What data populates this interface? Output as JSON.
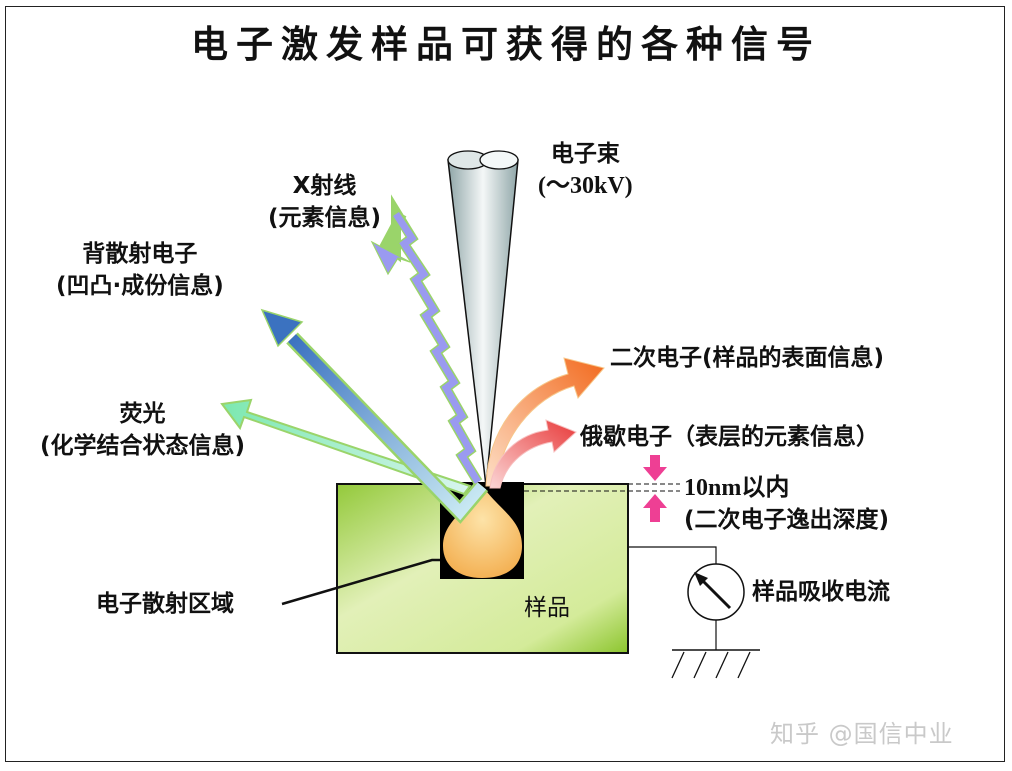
{
  "title": "电子激发样品可获得的各种信号",
  "beam": {
    "line1": "电子束",
    "line2": "(～30kV)"
  },
  "signals": {
    "xray": {
      "line1": "X射线",
      "line2": "(元素信息)",
      "color": "#9a9af0"
    },
    "backscatter": {
      "line1": "背散射电子",
      "line2": "(凹凸·成份信息)",
      "color": "#3d78c0"
    },
    "fluorescence": {
      "line1": "荧光",
      "line2": "(化学结合状态信息)",
      "color": "#7fe8b8"
    },
    "secondary": {
      "label": "二次电子(样品的表面信息)",
      "color": "#f07a30"
    },
    "auger": {
      "label": "俄歇电子（表层的元素信息）",
      "color": "#e84848"
    }
  },
  "depth": {
    "line1": "10nm以内",
    "line2": "(二次电子逸出深度)",
    "arrow_color": "#ee3f94"
  },
  "scatter_region": {
    "label": "电子散射区域",
    "color": "#f5b85a"
  },
  "sample": {
    "label": "样品",
    "color": "#a8d84a"
  },
  "absorbed_current": {
    "label": "样品吸收电流"
  },
  "watermark": "知乎 @国信中业"
}
